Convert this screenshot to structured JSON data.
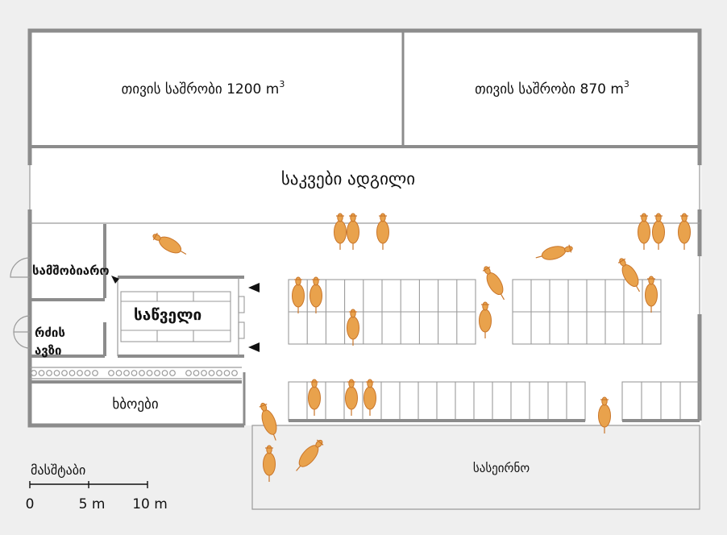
{
  "rooms": {
    "silo1": "თივის საშრობი 1200 m",
    "silo1_sup": "3",
    "silo2": "თივის საშრობი 870 m",
    "silo2_sup": "3",
    "feeding": "საკვები ადგილი",
    "office": "სამშობიარო",
    "milking": "საწველი",
    "milk_room_line1": "რძის",
    "milk_room_line2": "ავზი",
    "calves": "ხბოები",
    "yard": "სასეირნო"
  },
  "scale": {
    "title": "მასშტაბი",
    "ticks": [
      "0",
      "5 m",
      "10 m"
    ]
  },
  "colors": {
    "wall": "#8c8c8c",
    "cow_fill": "#e9a24c",
    "cow_stroke": "#c9762a",
    "background": "#efefef",
    "building": "#ffffff"
  }
}
